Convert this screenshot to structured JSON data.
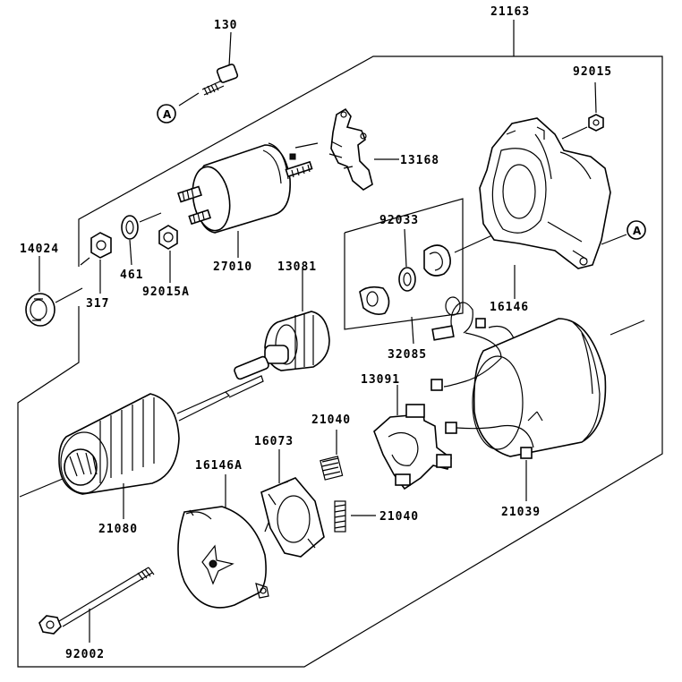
{
  "ref_marker": "A",
  "labels": {
    "p130": "130",
    "p21163": "21163",
    "p92015": "92015",
    "p13168": "13168",
    "p14024": "14024",
    "p461": "461",
    "p317": "317",
    "p92015A": "92015A",
    "p27010": "27010",
    "p13081": "13081",
    "p92033": "92033",
    "p16146": "16146",
    "p32085": "32085",
    "p13091": "13091",
    "p21040a": "21040",
    "p21040b": "21040",
    "p16073": "16073",
    "p16146A": "16146A",
    "p21080": "21080",
    "p21039": "21039",
    "p92002": "92002"
  }
}
